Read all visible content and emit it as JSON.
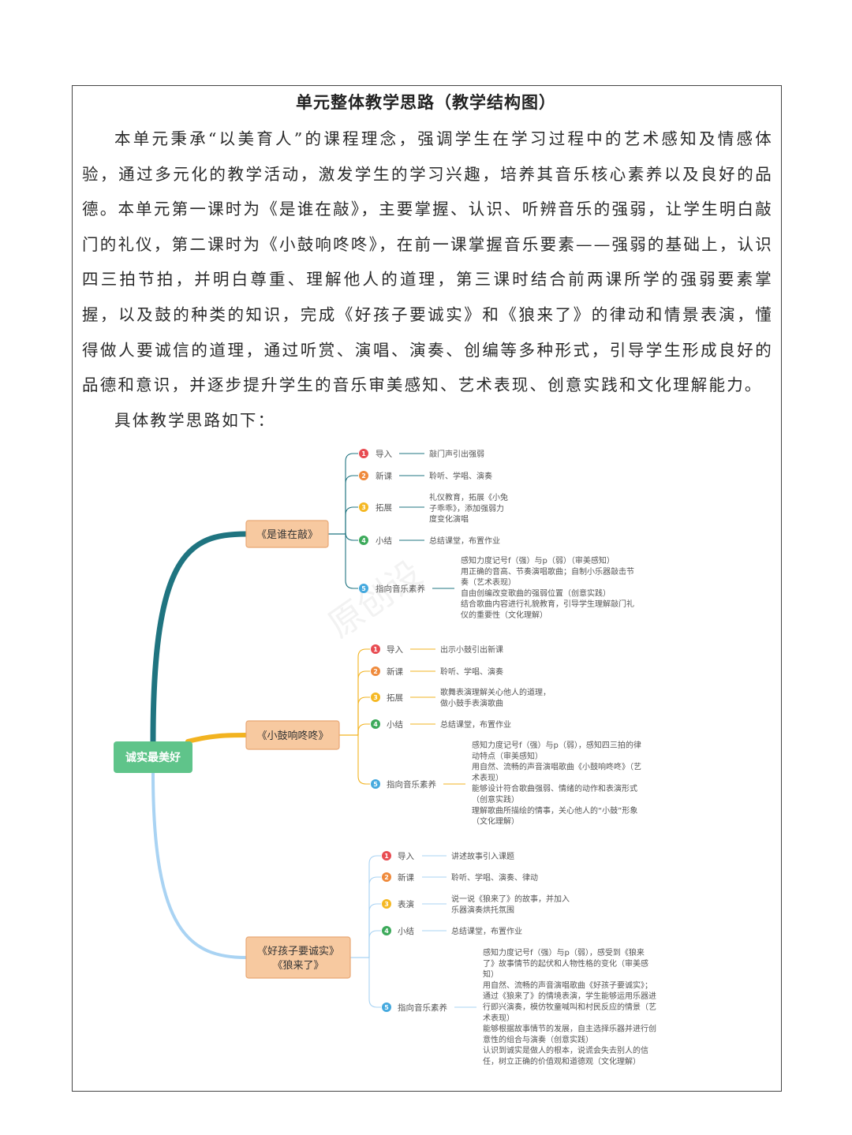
{
  "title": "单元整体教学思路（教学结构图）",
  "intro": {
    "paragraph": "本单元秉承“以美育人”的课程理念，强调学生在学习过程中的艺术感知及情感体验，通过多元化的教学活动，激发学生的学习兴趣，培养其音乐核心素养以及良好的品德。本单元第一课时为《是谁在敲》，主要掌握、认识、听辨音乐的强弱，让学生明白敲门的礼仪，第二课时为《小鼓响咚咚》，在前一课掌握音乐要素——强弱的基础上，认识四三拍节拍，并明白尊重、理解他人的道理，第三课时结合前两课所学的强弱要素掌握，以及鼓的种类的知识，完成《好孩子要诚实》和《狼来了》的律动和情景表演，懂得做人要诚信的道理，通过听赏、演唱、演奏、创编等多种形式，引导学生形成良好的品德和意识，并逐步提升学生的音乐审美感知、艺术表现、创意实践和文化理解能力。",
    "lead": "具体教学思路如下："
  },
  "watermark": "原创设",
  "mindmap": {
    "root": "诚实最美好",
    "colors": {
      "root_fill": "#5fc48a",
      "topic_fill": "#f7c9a0",
      "topic_stroke": "#e8a774",
      "branch1": "#1f7480",
      "branch2": "#f2b320",
      "branch3": "#a9d3f3",
      "n1": "#e84c52",
      "n2": "#ef8a3c",
      "n3": "#f5b823",
      "n4": "#3daa5b",
      "n5": "#45a9de"
    },
    "lessons": [
      {
        "topic": [
          "《是谁在敲》"
        ],
        "items": [
          {
            "num": "1",
            "label": "导入",
            "text": [
              "敲门声引出强弱"
            ]
          },
          {
            "num": "2",
            "label": "新课",
            "text": [
              "聆听、学唱、演奏"
            ]
          },
          {
            "num": "3",
            "label": "拓展",
            "text": [
              "礼仪教育，拓展《小兔",
              "子乖乖》，添加强弱力",
              "度变化演唱"
            ]
          },
          {
            "num": "4",
            "label": "小结",
            "text": [
              "总结课堂，布置作业"
            ]
          },
          {
            "num": "5",
            "label": "指向音乐素养",
            "text": [
              "感知力度记号f（强）与p（弱）（审美感知）",
              "用正确的音高、节奏演唱歌曲；自制小乐器敲击节",
              "奏（艺术表现）",
              "自由创编改变歌曲的强弱位置（创意实践）",
              "结合歌曲内容进行礼貌教育，引导学生理解敲门礼",
              "仪的重要性（文化理解）"
            ]
          }
        ]
      },
      {
        "topic": [
          "《小鼓响咚咚》"
        ],
        "items": [
          {
            "num": "1",
            "label": "导入",
            "text": [
              "出示小鼓引出新课"
            ]
          },
          {
            "num": "2",
            "label": "新课",
            "text": [
              "聆听、学唱、演奏"
            ]
          },
          {
            "num": "3",
            "label": "拓展",
            "text": [
              "歌舞表演理解关心他人的道理，",
              "做小鼓手表演歌曲"
            ]
          },
          {
            "num": "4",
            "label": "小结",
            "text": [
              "总结课堂，布置作业"
            ]
          },
          {
            "num": "5",
            "label": "指向音乐素养",
            "text": [
              "感知力度记号f（强）与p（弱），感知四三拍的律",
              "动特点（审美感知）",
              "用自然、流畅的声音演唱歌曲《小鼓响咚咚》（艺",
              "术表现）",
              "能够设计符合歌曲强弱、情绪的动作和表演形式",
              "（创意实践）",
              "理解歌曲所描绘的情事，关心他人的“小鼓”形象",
              "（文化理解）"
            ]
          }
        ]
      },
      {
        "topic": [
          "《好孩子要诚实》",
          "《狼来了》"
        ],
        "items": [
          {
            "num": "1",
            "label": "导入",
            "text": [
              "讲述故事引入课题"
            ]
          },
          {
            "num": "2",
            "label": "新课",
            "text": [
              "聆听、学唱、演奏、律动"
            ]
          },
          {
            "num": "3",
            "label": "表演",
            "text": [
              "说一说《狼来了》的故事，并加入",
              "乐器演奏烘托氛围"
            ]
          },
          {
            "num": "4",
            "label": "小结",
            "text": [
              "总结课堂，布置作业"
            ]
          },
          {
            "num": "5",
            "label": "指向音乐素养",
            "text": [
              "感知力度记号f（强）与p（弱），感受到《狼来",
              "了》故事情节的起伏和人物性格的变化（审美感",
              "知）",
              "用自然、流畅的声音演唱歌曲《好孩子要诚实》；",
              "通过《狼来了》的情境表演，学生能够运用乐器进",
              "行即兴演奏，模仿牧童喊叫和村民反应的情景（艺",
              "术表现）",
              "能够根据故事情节的发展，自主选择乐器并进行创",
              "意性的组合与演奏（创意实践）",
              "认识到诚实是做人的根本，说谎会失去别人的信",
              "任，树立正确的价值观和道德观（文化理解）"
            ]
          }
        ]
      }
    ]
  }
}
